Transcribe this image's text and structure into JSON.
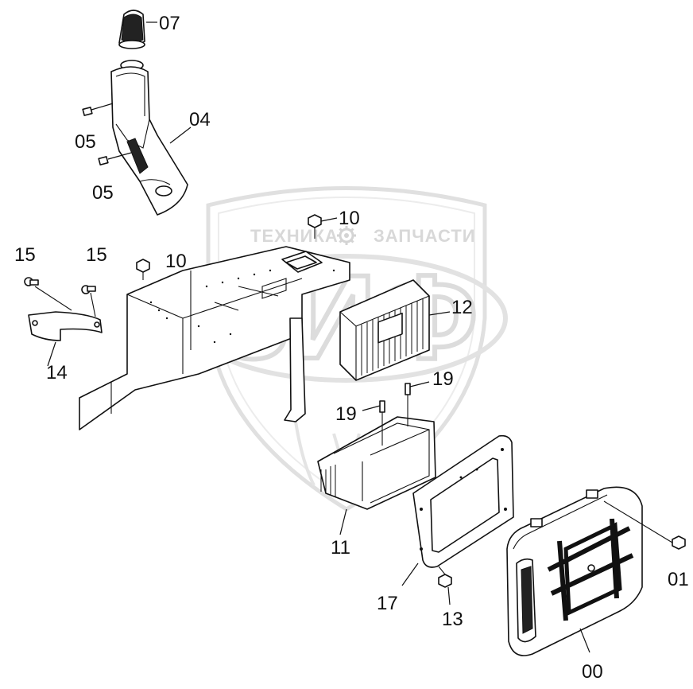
{
  "watermark": {
    "left_text": "ТЕХНИКА",
    "right_text": "ЗАПЧАСТИ",
    "emblem_text": "ЗИФ",
    "gear_icon": "gear-icon"
  },
  "callouts": {
    "c07": "07",
    "c04": "04",
    "c05a": "05",
    "c05b": "05",
    "c10a": "10",
    "c10b": "10",
    "c15a": "15",
    "c15b": "15",
    "c14": "14",
    "c12": "12",
    "c19a": "19",
    "c19b": "19",
    "c11": "11",
    "c17": "17",
    "c13": "13",
    "c01": "01",
    "c00": "00"
  }
}
